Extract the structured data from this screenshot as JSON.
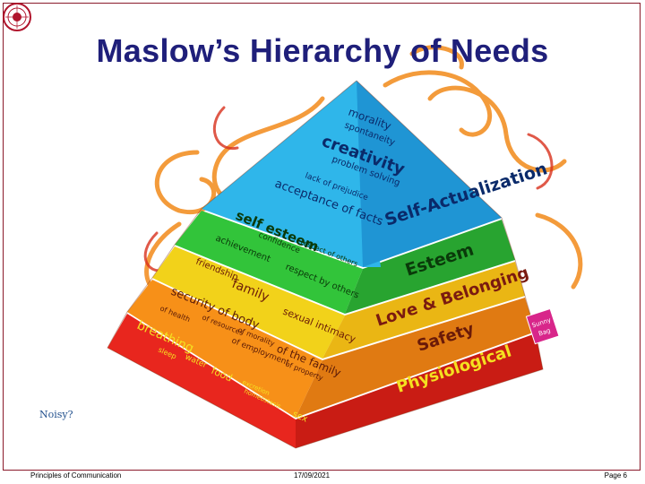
{
  "slide": {
    "title": "Maslow’s Hierarchy of Needs",
    "note": "Noisy?"
  },
  "footer": {
    "left": "Principles of Communication",
    "center": "17/09/2021",
    "right": "Page 6"
  },
  "pyramid": {
    "levels": [
      {
        "name": "Self-Actualization",
        "color": "#2fb6ea",
        "side": "#1e7fc0",
        "words": [
          "morality",
          "spontaneity",
          "creativity",
          "problem solving",
          "lack of prejudice",
          "acceptance of facts"
        ]
      },
      {
        "name": "Esteem",
        "color": "#32c43a",
        "side": "#1e8c28",
        "words": [
          "self esteem",
          "confidence",
          "achievement",
          "respect of others",
          "respect by others"
        ]
      },
      {
        "name": "Love & Belonging",
        "color": "#f2d21a",
        "side": "#d99a10",
        "words": [
          "friendship",
          "family",
          "sexual intimacy"
        ]
      },
      {
        "name": "Safety",
        "color": "#f79018",
        "side": "#d46a10",
        "words": [
          "security of body",
          "of health",
          "of resources",
          "of morality",
          "of employment",
          "of the family",
          "of property"
        ]
      },
      {
        "name": "Physiological",
        "color": "#e8261e",
        "side": "#b81812",
        "words": [
          "breathing",
          "sleep",
          "water",
          "food",
          "excretion",
          "homeostasis",
          "sex"
        ]
      }
    ],
    "badge": "Sunny Bag"
  }
}
